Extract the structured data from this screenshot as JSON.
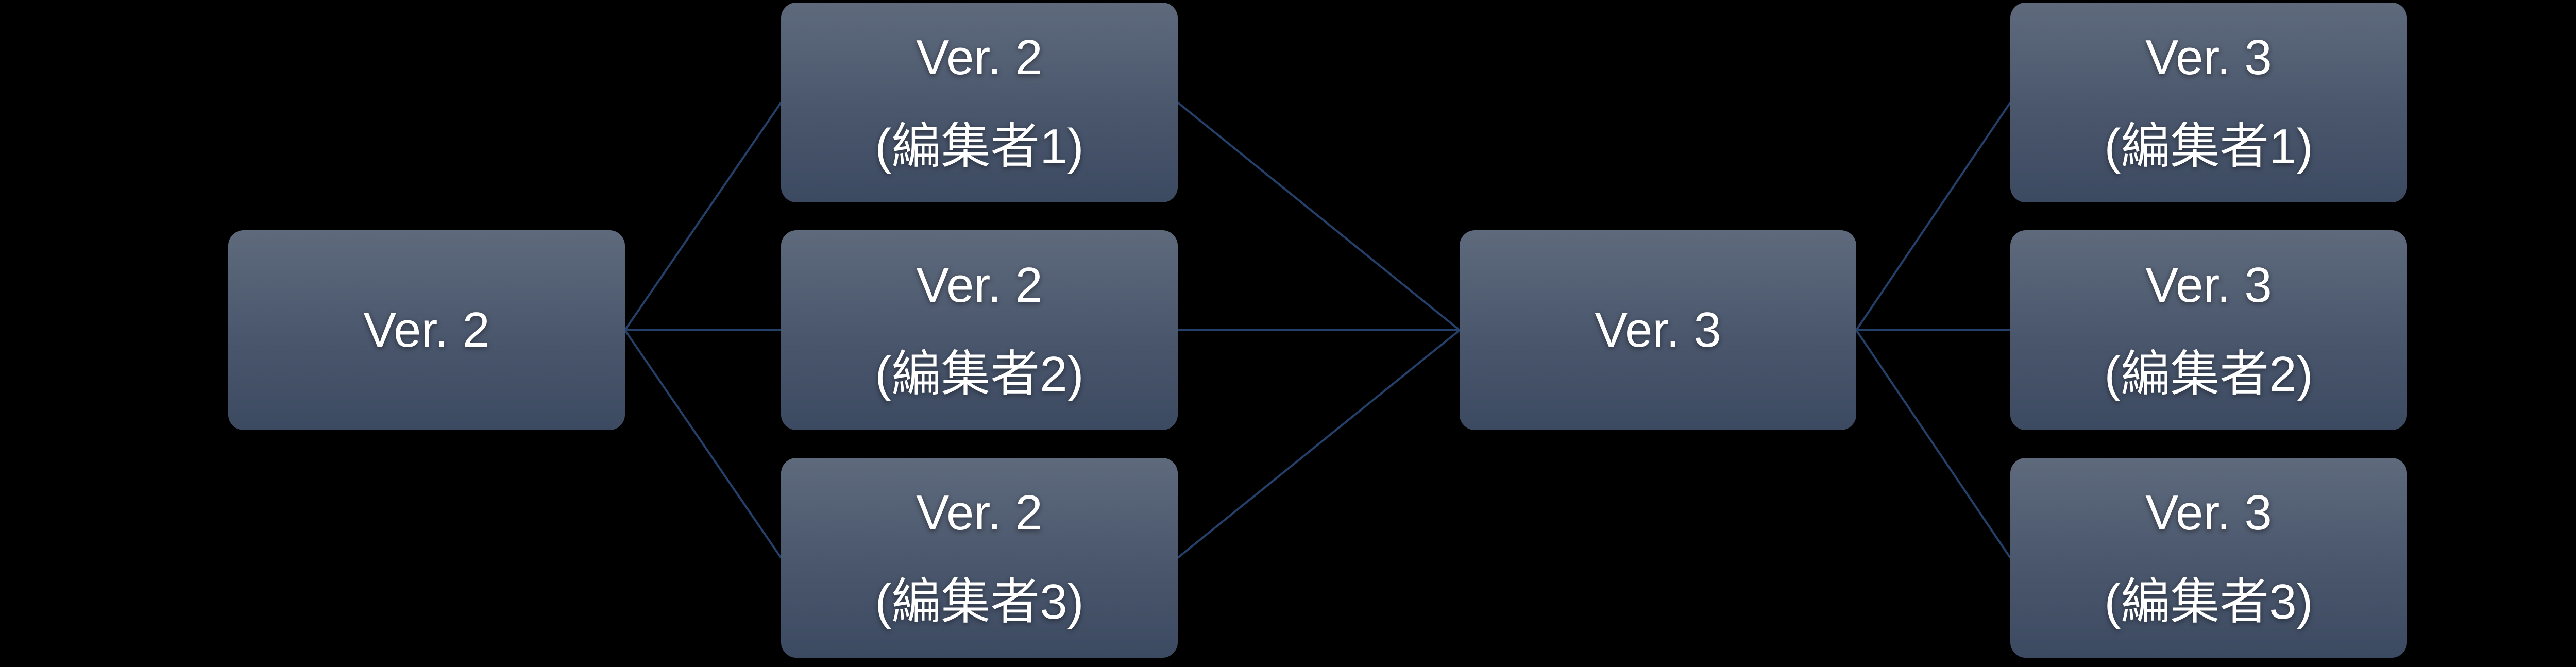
{
  "styles": {
    "background_color": "#000000",
    "node_gradient_top": "#5e6a7c",
    "node_gradient_mid": "#4a566c",
    "node_gradient_bottom": "#3c4a61",
    "node_text_color": "#ffffff",
    "connector_color": "#24406b"
  },
  "diagram": {
    "type": "version-branch-merge-flow",
    "nodes": [
      {
        "id": "ver2",
        "line1": "Ver. 2",
        "line2": ""
      },
      {
        "id": "ver2-editor1",
        "line1": "Ver. 2",
        "line2": "(編集者1)"
      },
      {
        "id": "ver2-editor2",
        "line1": "Ver. 2",
        "line2": "(編集者2)"
      },
      {
        "id": "ver2-editor3",
        "line1": "Ver. 2",
        "line2": "(編集者3)"
      },
      {
        "id": "ver3",
        "line1": "Ver. 3",
        "line2": ""
      },
      {
        "id": "ver3-editor1",
        "line1": "Ver. 3",
        "line2": "(編集者1)"
      },
      {
        "id": "ver3-editor2",
        "line1": "Ver. 3",
        "line2": "(編集者2)"
      },
      {
        "id": "ver3-editor3",
        "line1": "Ver. 3",
        "line2": "(編集者3)"
      }
    ],
    "edges": [
      {
        "from": "ver2",
        "to": "ver2-editor1"
      },
      {
        "from": "ver2",
        "to": "ver2-editor2"
      },
      {
        "from": "ver2",
        "to": "ver2-editor3"
      },
      {
        "from": "ver2-editor1",
        "to": "ver3"
      },
      {
        "from": "ver2-editor2",
        "to": "ver3"
      },
      {
        "from": "ver2-editor3",
        "to": "ver3"
      },
      {
        "from": "ver3",
        "to": "ver3-editor1"
      },
      {
        "from": "ver3",
        "to": "ver3-editor2"
      },
      {
        "from": "ver3",
        "to": "ver3-editor3"
      }
    ]
  }
}
